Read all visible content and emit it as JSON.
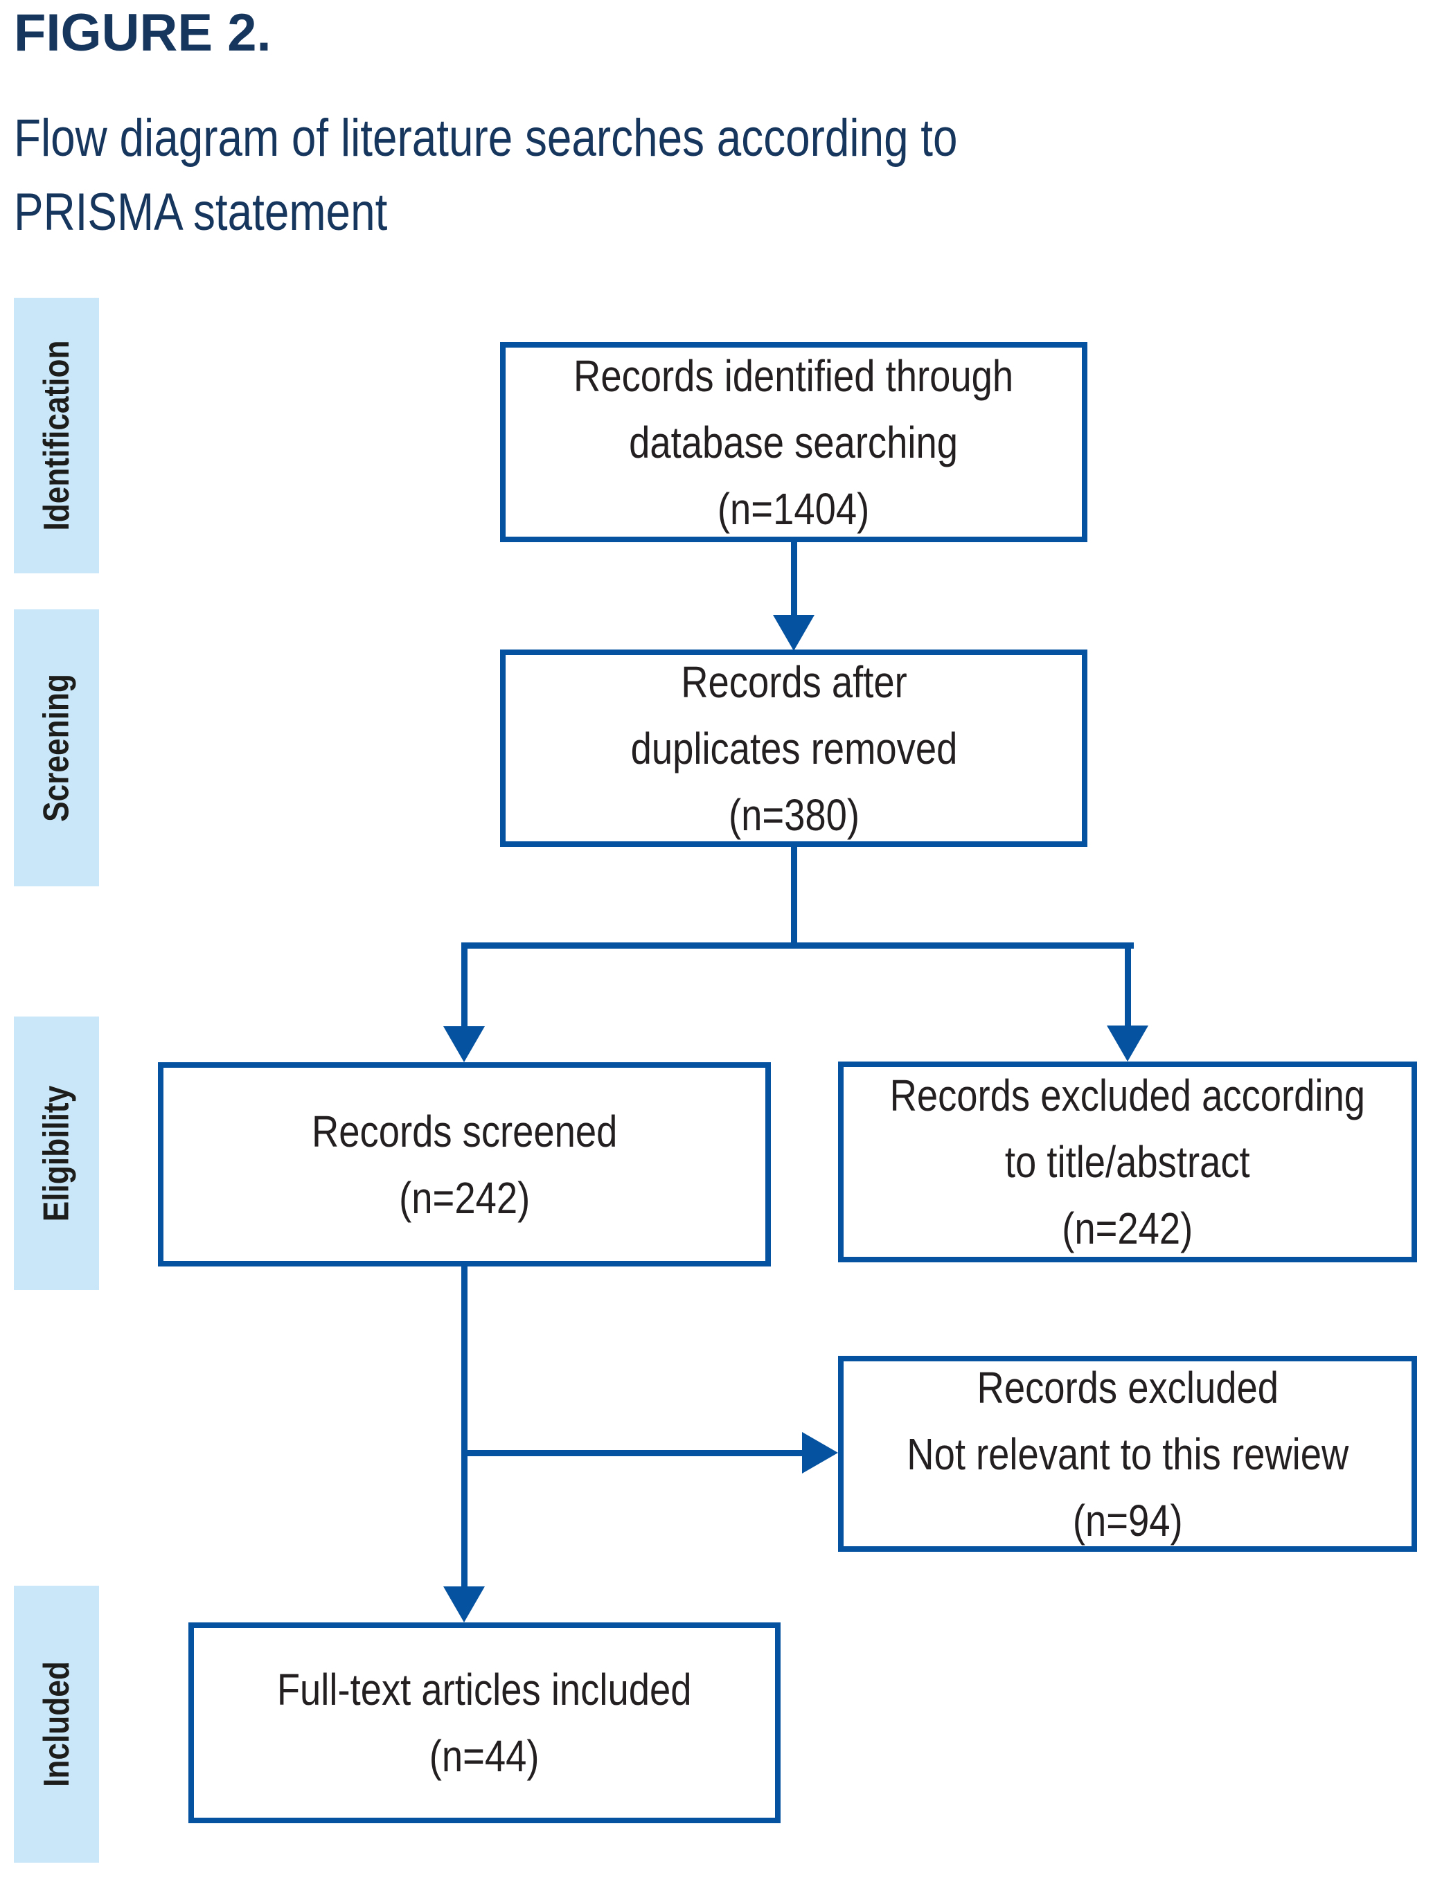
{
  "figure": {
    "label": "FIGURE 2.",
    "title": "Flow diagram of literature searches according to\nPRISMA statement"
  },
  "sidebar": {
    "stages": [
      {
        "id": "identification",
        "label": "Identification"
      },
      {
        "id": "screening",
        "label": "Screening"
      },
      {
        "id": "eligibility",
        "label": "Eligibility"
      },
      {
        "id": "included",
        "label": "Included"
      }
    ]
  },
  "flow": {
    "boxes": [
      {
        "id": "records-identified",
        "text": "Records identified through\ndatabase searching\n(n=1404)",
        "n": 1404
      },
      {
        "id": "records-after-duplicates-removed",
        "text": "Records after\nduplicates removed\n(n=380)",
        "n": 380
      },
      {
        "id": "records-screened",
        "text": "Records screened\n(n=242)",
        "n": 242
      },
      {
        "id": "records-excluded-title-abstract",
        "text": "Records excluded according\nto title/abstract\n(n=242)",
        "n": 242
      },
      {
        "id": "records-excluded-not-relevant",
        "text": "Records excluded\nNot relevant to this rewiew\n(n=94)",
        "n": 94
      },
      {
        "id": "full-text-articles-included",
        "text": "Full-text articles included\n(n=44)",
        "n": 44
      }
    ],
    "edges": [
      {
        "from": "records-identified",
        "to": "records-after-duplicates-removed"
      },
      {
        "from": "records-after-duplicates-removed",
        "to": "records-screened"
      },
      {
        "from": "records-after-duplicates-removed",
        "to": "records-excluded-title-abstract"
      },
      {
        "from": "records-screened",
        "to": "records-excluded-not-relevant"
      },
      {
        "from": "records-screened",
        "to": "full-text-articles-included"
      }
    ]
  },
  "colors": {
    "accent_blue": "#0552a0",
    "title_navy": "#16365e",
    "stage_band_blue": "#c9e7f8",
    "text_black": "#231f20"
  }
}
